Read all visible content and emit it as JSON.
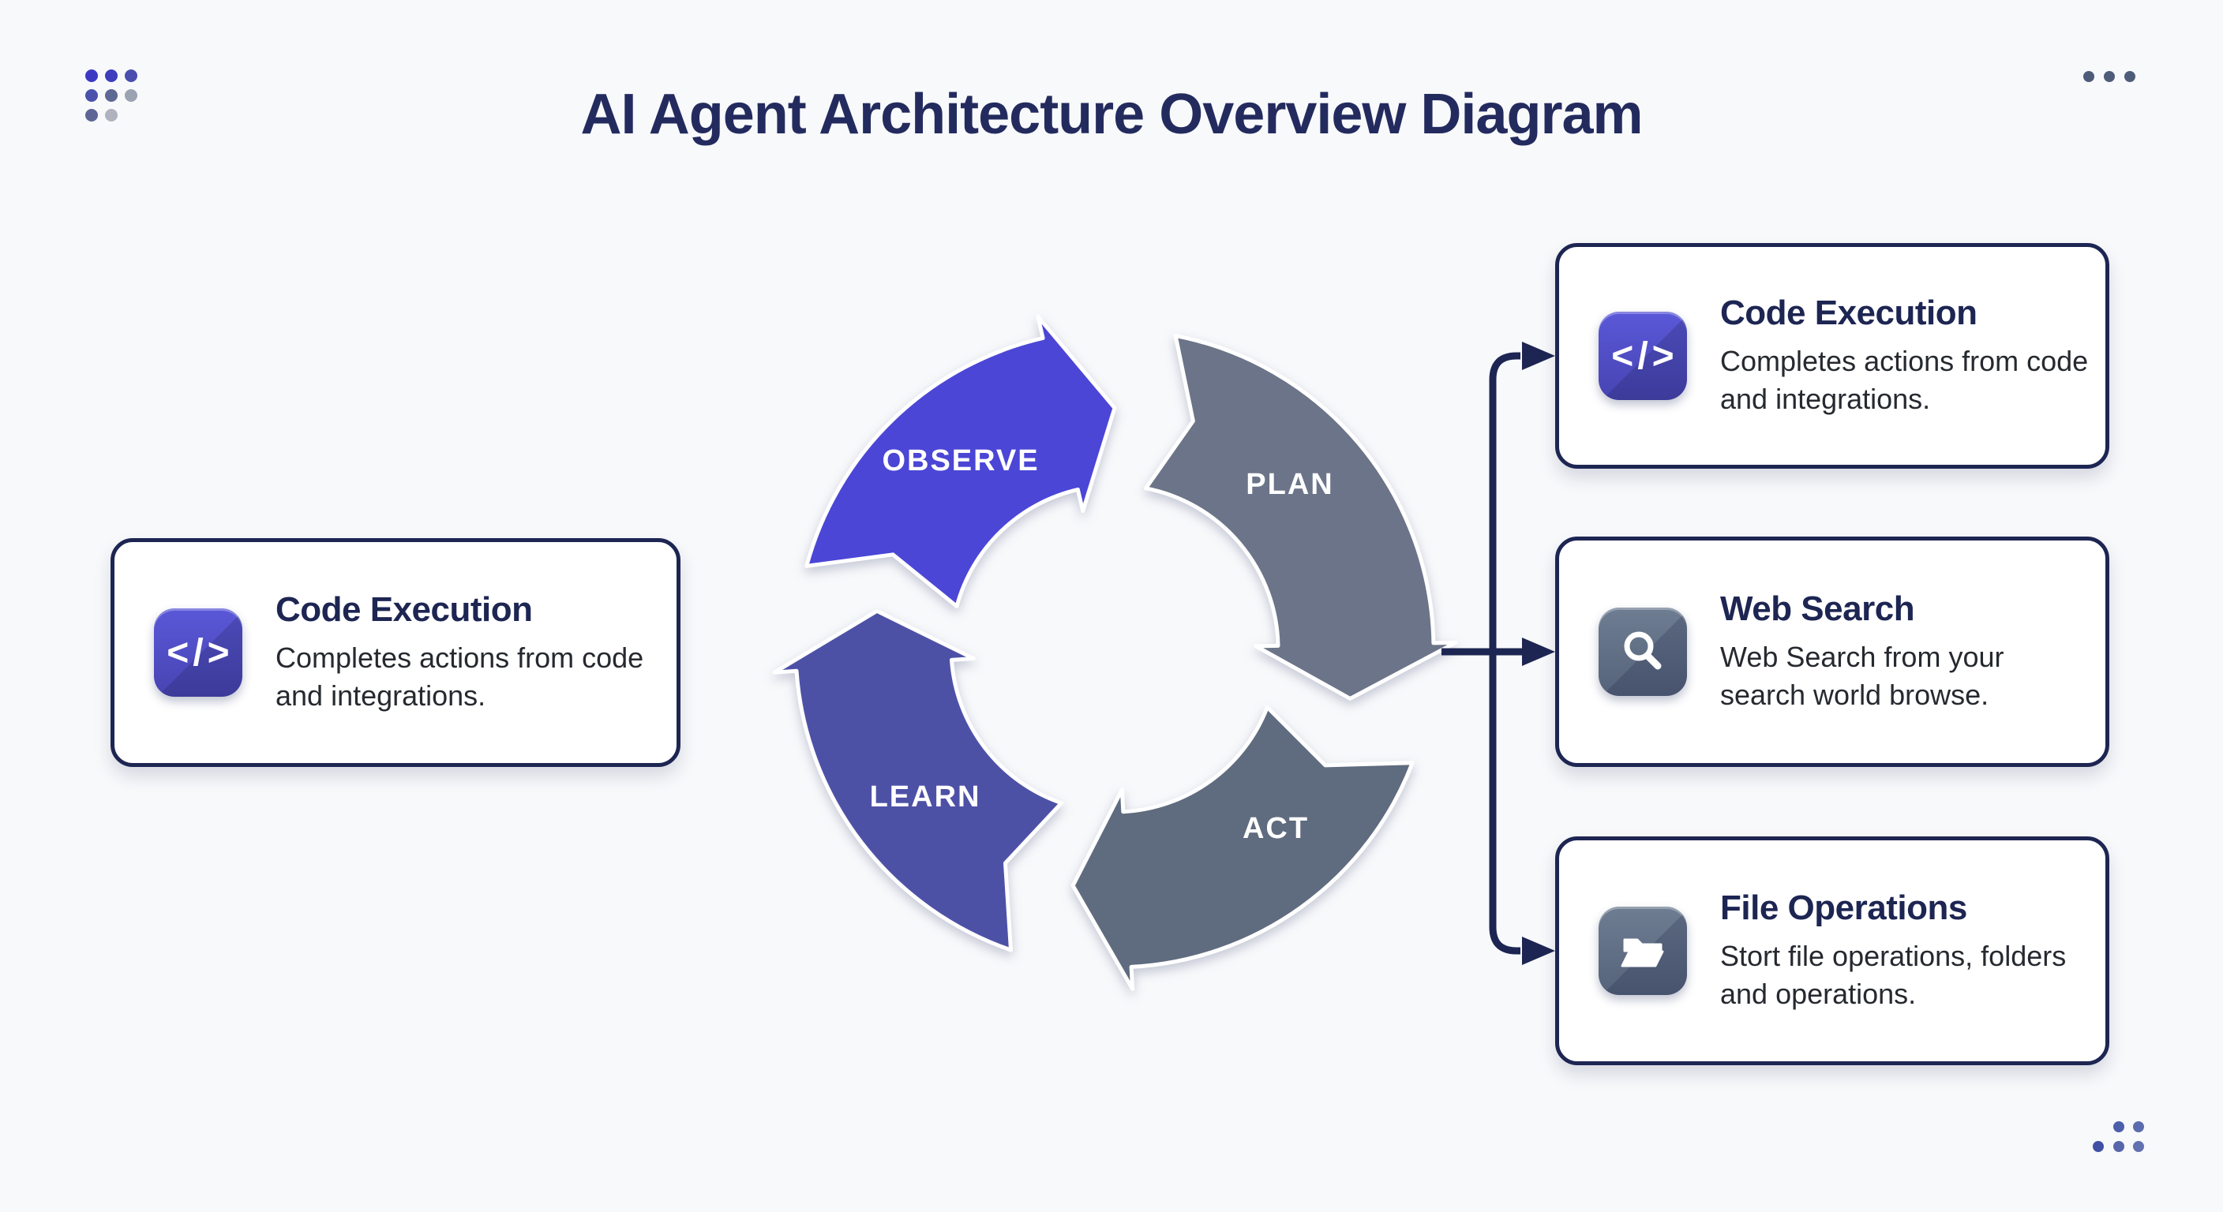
{
  "title": "AI Agent Architecture Overview Diagram",
  "cycle": {
    "direction": "clockwise",
    "steps": [
      {
        "label": "OBSERVE",
        "color": "#4b46d6"
      },
      {
        "label": "PLAN",
        "color": "#6b7488"
      },
      {
        "label": "ACT",
        "color": "#5f6b7e"
      },
      {
        "label": "LEARN",
        "color": "#4d51a6"
      }
    ]
  },
  "connector": {
    "color": "#1d2552"
  },
  "cards": {
    "left": {
      "icon": "code-icon",
      "glyph": "</>",
      "title": "Code Execution",
      "description": "Completes actions from code and integrations."
    },
    "right": [
      {
        "icon": "code-icon",
        "glyph": "</>",
        "title": "Code Execution",
        "description": "Completes actions from code and integrations."
      },
      {
        "icon": "search-icon",
        "title": "Web Search",
        "description": "Web Search from your search world browse."
      },
      {
        "icon": "folder-icon",
        "title": "File Operations",
        "description": "Stort file operations, folders and operations."
      }
    ]
  }
}
